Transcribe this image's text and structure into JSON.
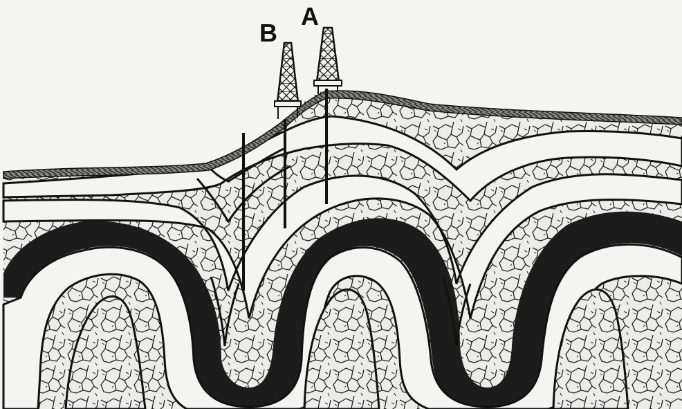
{
  "figure": {
    "wells": [
      {
        "id": "well-b",
        "label": "B"
      },
      {
        "id": "well-a",
        "label": "A"
      }
    ],
    "colors": {
      "paper": "#f4f4f2",
      "ink": "#111111",
      "rock_fill": "#ecece8",
      "dark_stratum": "#1c1c1c",
      "soil": "#3a3a3a"
    }
  }
}
